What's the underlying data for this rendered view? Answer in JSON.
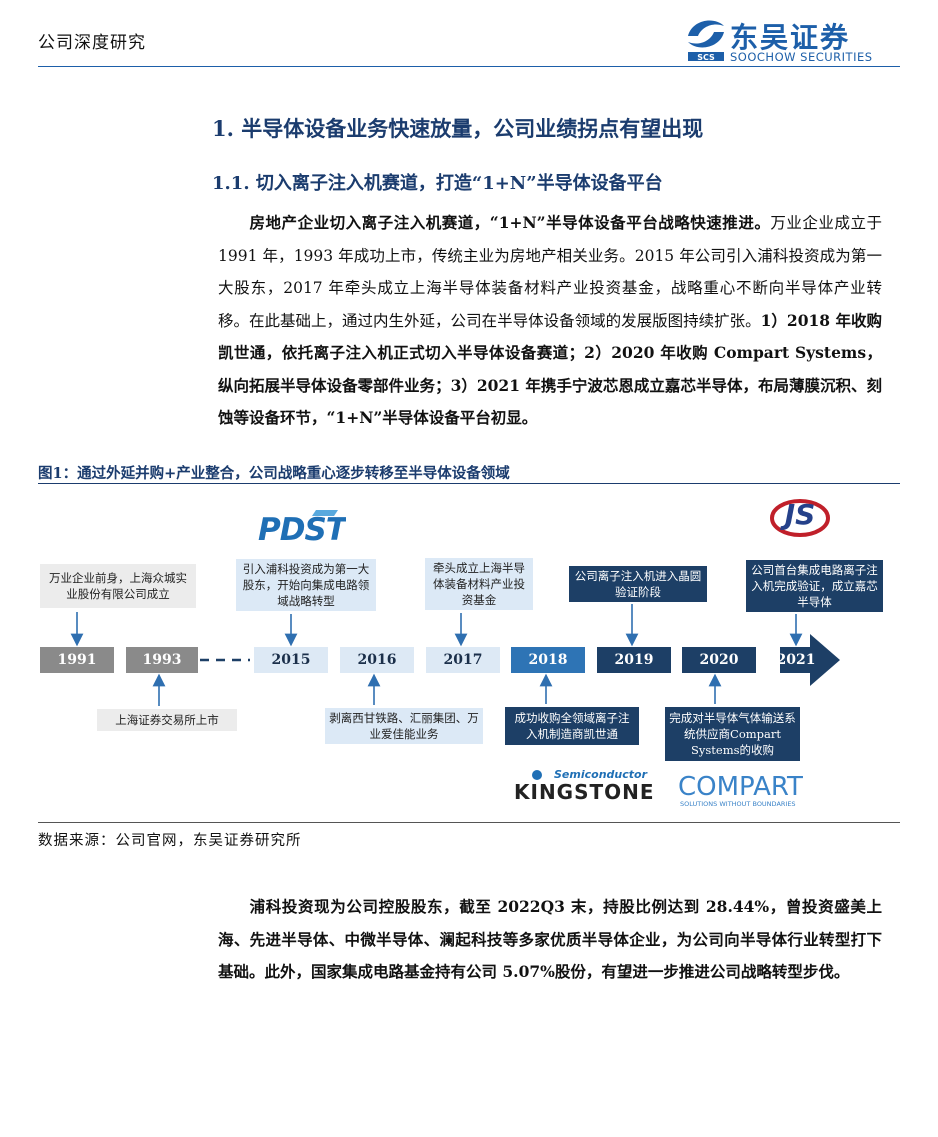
{
  "header": {
    "left_label": "公司深度研究",
    "brand_cn": "东吴证券",
    "brand_en": "SOOCHOW SECURITIES",
    "brand_mark": "SCS"
  },
  "section": {
    "h1": "1.  半导体设备业务快速放量，公司业绩拐点有望出现",
    "h2": "1.1.  切入离子注入机赛道，打造“1+N”半导体设备平台"
  },
  "para1": {
    "lead": "房地产企业切入离子注入机赛道，“1+N”半导体设备平台战略快速推进。",
    "body": "万业企业成立于 1991 年，1993 年成功上市，传统主业为房地产相关业务。2015 年公司引入浦科投资成为第一大股东，2017 年牵头成立上海半导体装备材料产业投资基金，战略重心不断向半导体产业转移。在此基础上，通过内生外延，公司在半导体设备领域的发展版图持续扩张。",
    "tail": "1）2018 年收购凯世通，依托离子注入机正式切入半导体设备赛道；2）2020 年收购 Compart Systems，纵向拓展半导体设备零部件业务；3）2021 年携手宁波芯恩成立嘉芯半导体，布局薄膜沉积、刻蚀等设备环节，“1+N”半导体设备平台初显。"
  },
  "figure": {
    "title": "图1：通过外延并购+产业整合，公司战略重心逐步转移至半导体设备领域",
    "source": "数据来源：公司官网，东吴证券研究所",
    "years": [
      "1991",
      "1993",
      "2015",
      "2016",
      "2017",
      "2018",
      "2019",
      "2020",
      "2021"
    ],
    "events_top": {
      "e1991": "万业企业前身，上海众城实业股份有限公司成立",
      "e2015": "引入浦科投资成为第一大股东，开始向集成电路领域战略转型",
      "e2017": "牵头成立上海半导体装备材料产业投资基金",
      "e2019": "公司离子注入机进入晶圆验证阶段",
      "e2021": "公司首台集成电路离子注入机完成验证，成立嘉芯半导体"
    },
    "events_bottom": {
      "e1993": "上海证券交易所上市",
      "e2016": "剥离西甘铁路、汇丽集团、万业爱佳能业务",
      "e2018": "成功收购全领域离子注入机制造商凯世通",
      "e2020": "完成对半导体气体输送系统供应商Compart Systems的收购"
    },
    "logos": {
      "pdsti": "PDSTI",
      "js": "JS",
      "kingstone_top": "Semiconductor",
      "kingstone_main": "KINGSTONE",
      "compart_main": "COMPART",
      "compart_sub": "SOLUTIONS WITHOUT BOUNDARIES"
    }
  },
  "para2": {
    "text": "浦科投资现为公司控股股东，截至 2022Q3 末，持股比例达到 28.44%，曾投资盛美上海、先进半导体、中微半导体、澜起科技等多家优质半导体企业，为公司向半导体行业转型打下基础。此外，国家集成电路基金持有公司 5.07%股份，有望进一步推进公司战略转型步伐。"
  }
}
